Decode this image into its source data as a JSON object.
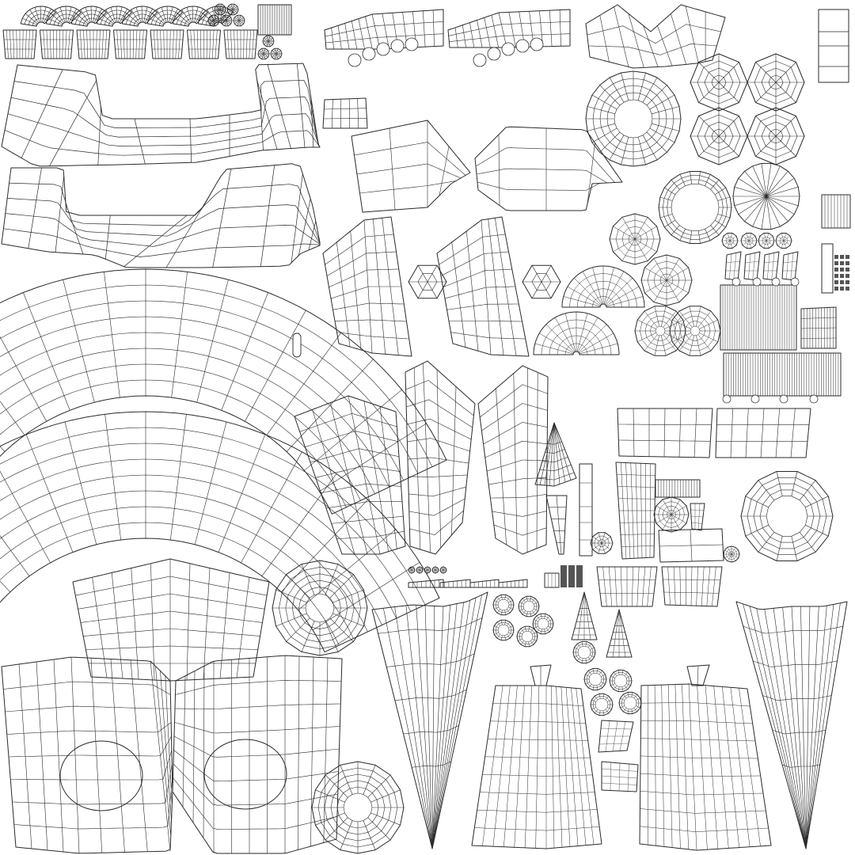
{
  "view": {
    "kind": "uv-texture-layout",
    "background_color": "#ffffff",
    "wire_color": "#2a2a2a",
    "shell_fill": "#ffffff",
    "dark_patch_color": "#555555"
  },
  "charts": {
    "upper_band": {
      "rows": 5,
      "cols": 12
    },
    "lower_band": {
      "rows": 5,
      "cols": 12
    },
    "arc_skirt_upper": {
      "rings": 8,
      "spokes": 18
    },
    "arc_skirt_lower": {
      "rings": 8,
      "spokes": 18
    },
    "stripe_block": {
      "stripes": 16
    },
    "radial_disc": {
      "rings": 5,
      "spokes": 16
    },
    "trouser_leg": {
      "rows": 9,
      "cols": 14
    },
    "fan_cone": {
      "rays": 14
    }
  }
}
